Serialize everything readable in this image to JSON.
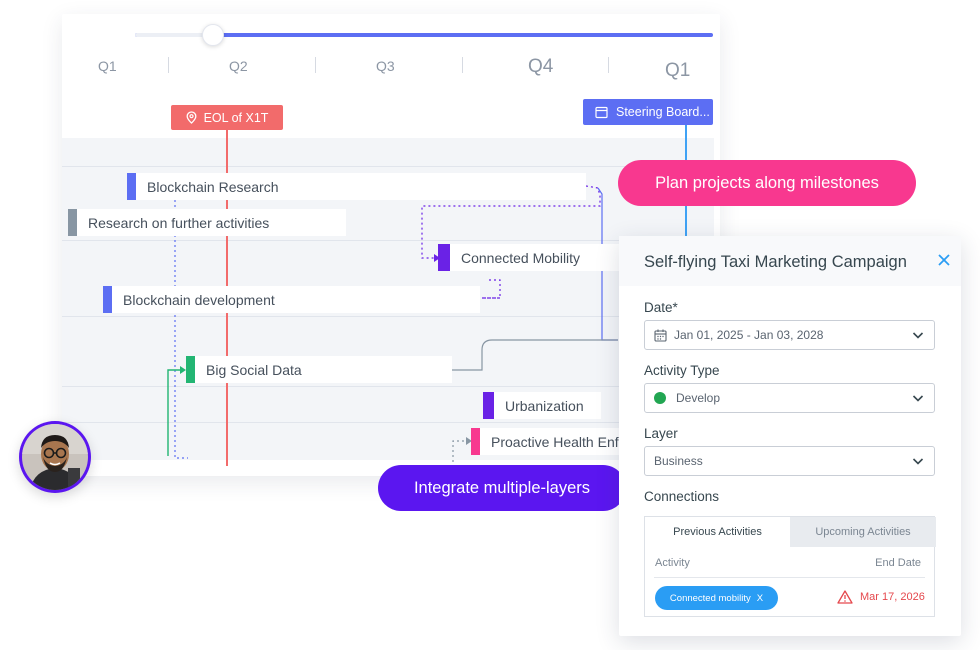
{
  "timeline": {
    "quarters": [
      "Q1",
      "Q2",
      "Q3",
      "Q4",
      "Q1"
    ],
    "slider_value_percent": 14
  },
  "milestones": {
    "eol": {
      "label": "EOL of X1T",
      "icon": "map-pin-icon",
      "color": "#f26b6b"
    },
    "steering": {
      "label": "Steering Board...",
      "icon": "calendar-icon",
      "color": "#5c6ef3"
    }
  },
  "activities": [
    {
      "label": "Blockchain Research",
      "color": "#5c6ef3"
    },
    {
      "label": "Research on further activities",
      "color": "#8896a3"
    },
    {
      "label": "Connected Mobility",
      "color": "#6a22e6"
    },
    {
      "label": "Blockchain development",
      "color": "#5c6ef3"
    },
    {
      "label": "Big Social Data",
      "color": "#22b573"
    },
    {
      "label": "Urbanization",
      "color": "#6a22e6"
    },
    {
      "label": "Proactive Health Enf",
      "color": "#f8388f"
    }
  ],
  "callouts": {
    "milestones": "Plan projects along milestones",
    "layers": "Integrate multiple-layers"
  },
  "panel": {
    "title": "Self-flying Taxi Marketing Campaign",
    "close_icon": "close-icon",
    "date": {
      "label": "Date*",
      "value": "Jan 01, 2025 - Jan 03, 2028",
      "icon": "calendar-icon"
    },
    "activity_type": {
      "label": "Activity Type",
      "value": "Develop",
      "status_color": "#22a652"
    },
    "layer": {
      "label": "Layer",
      "value": "Business"
    },
    "connections": {
      "label": "Connections",
      "tabs": [
        "Previous Activities",
        "Upcoming Activities"
      ],
      "active_tab": "Previous Activities",
      "columns": [
        "Activity",
        "End Date"
      ],
      "rows": [
        {
          "activity": "Connected mobility",
          "remove": "X",
          "end_date": "Mar 17, 2026",
          "warning_icon": "warning-icon"
        }
      ]
    }
  },
  "colors": {
    "accent_blue": "#5c6ef3",
    "pink": "#f8388f",
    "purple": "#5b16f0",
    "chip_blue": "#2a9df4",
    "warning_red": "#e5484d"
  }
}
